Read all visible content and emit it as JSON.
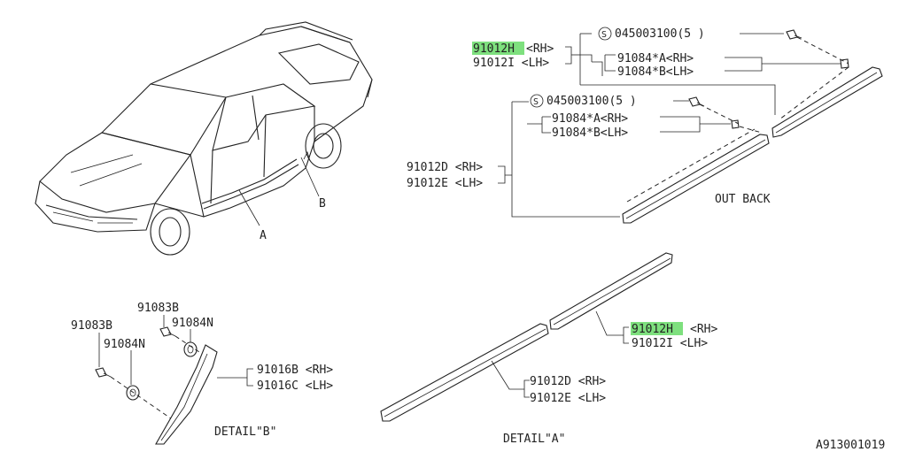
{
  "labels": {
    "part_91012H": "91012H",
    "part_91012H_side": "<RH>",
    "part_91012I": "91012I <LH>",
    "screw_top": "045003100(5 )",
    "screw_mid": "045003100(5 )",
    "part_91084A_1": "91084*A<RH>",
    "part_91084B_1": "91084*B<LH>",
    "part_91084A_2": "91084*A<RH>",
    "part_91084B_2": "91084*B<LH>",
    "part_91012D": "91012D <RH>",
    "part_91012E": "91012E <LH>",
    "out_back": "OUT BACK",
    "callout_a": "A",
    "callout_b": "B",
    "det_b_91083B_left": "91083B",
    "det_b_91083B_top": "91083B",
    "det_b_91084N_right": "91084N",
    "det_b_91084N_left": "91084N",
    "det_b_91016B": "91016B <RH>",
    "det_b_91016C": "91016C <LH>",
    "detail_b_title": "DETAIL\"B\"",
    "det_a_91012H": "91012H",
    "det_a_91012H_side": "<RH>",
    "det_a_91012I": "91012I <LH>",
    "det_a_91012D": "91012D <RH>",
    "det_a_91012E": "91012E <LH>",
    "detail_a_title": "DETAIL\"A\"",
    "figure_code": "A913001019"
  },
  "highlight_color": "#7ee07e"
}
